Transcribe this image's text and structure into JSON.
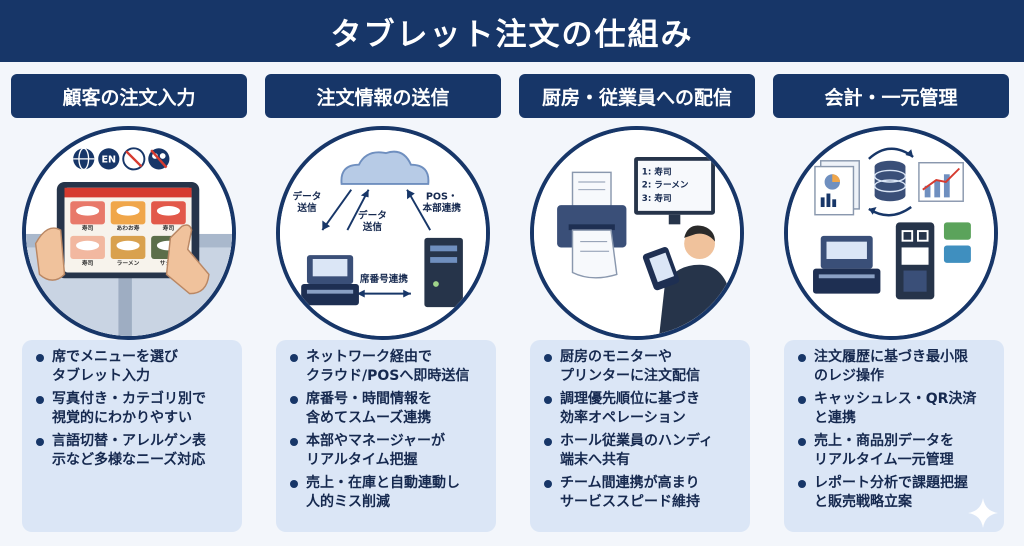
{
  "title": "タブレット注文の仕組み",
  "columns": [
    {
      "heading": "顧客の注文入力",
      "bullets": [
        "席でメニューを選び\nタブレット入力",
        "写真付き・カテゴリ別で\n視覚的にわかりやすい",
        "言語切替・アレルゲン表\n示など多様なニーズ対応"
      ],
      "illustration": {
        "lang_badge": "EN",
        "menu_items": [
          "寿司",
          "あわお寿",
          "寿司",
          "寿司",
          "ラーメン",
          "サシジ"
        ]
      }
    },
    {
      "heading": "注文情報の送信",
      "bullets": [
        "ネットワーク経由で\nクラウド/POSへ即時送信",
        "席番号・時間情報を\n含めてスムーズ連携",
        "本部やマネージャーが\nリアルタイム把握",
        "売上・在庫と自動連動し\n人的ミス削減"
      ],
      "illustration": {
        "label_send_left": "データ\n送信",
        "label_send_center": "データ\n送信",
        "label_pos": "POS・\n本部連携",
        "label_table": "席番号連携"
      }
    },
    {
      "heading": "厨房・従業員への配信",
      "bullets": [
        "厨房のモニターや\nプリンターに注文配信",
        "調理優先順位に基づき\n効率オペレーション",
        "ホール従業員のハンディ\n端末へ共有",
        "チーム間連携が高まり\nサービススピード維持"
      ],
      "illustration": {
        "monitor_lines": [
          "1: 寿司",
          "2: ラーメン",
          "3: 寿司"
        ]
      }
    },
    {
      "heading": "会計・一元管理",
      "bullets": [
        "注文履歴に基づき最小限\nのレジ操作",
        "キャッシュレス・QR決済\nと連携",
        "売上・商品別データを\nリアルタイム一元管理",
        "レポート分析で課題把握\nと販売戦略立案"
      ]
    }
  ],
  "colors": {
    "navy": "#173668",
    "panel": "#dbe6f6",
    "accent_red": "#d63a2f"
  }
}
